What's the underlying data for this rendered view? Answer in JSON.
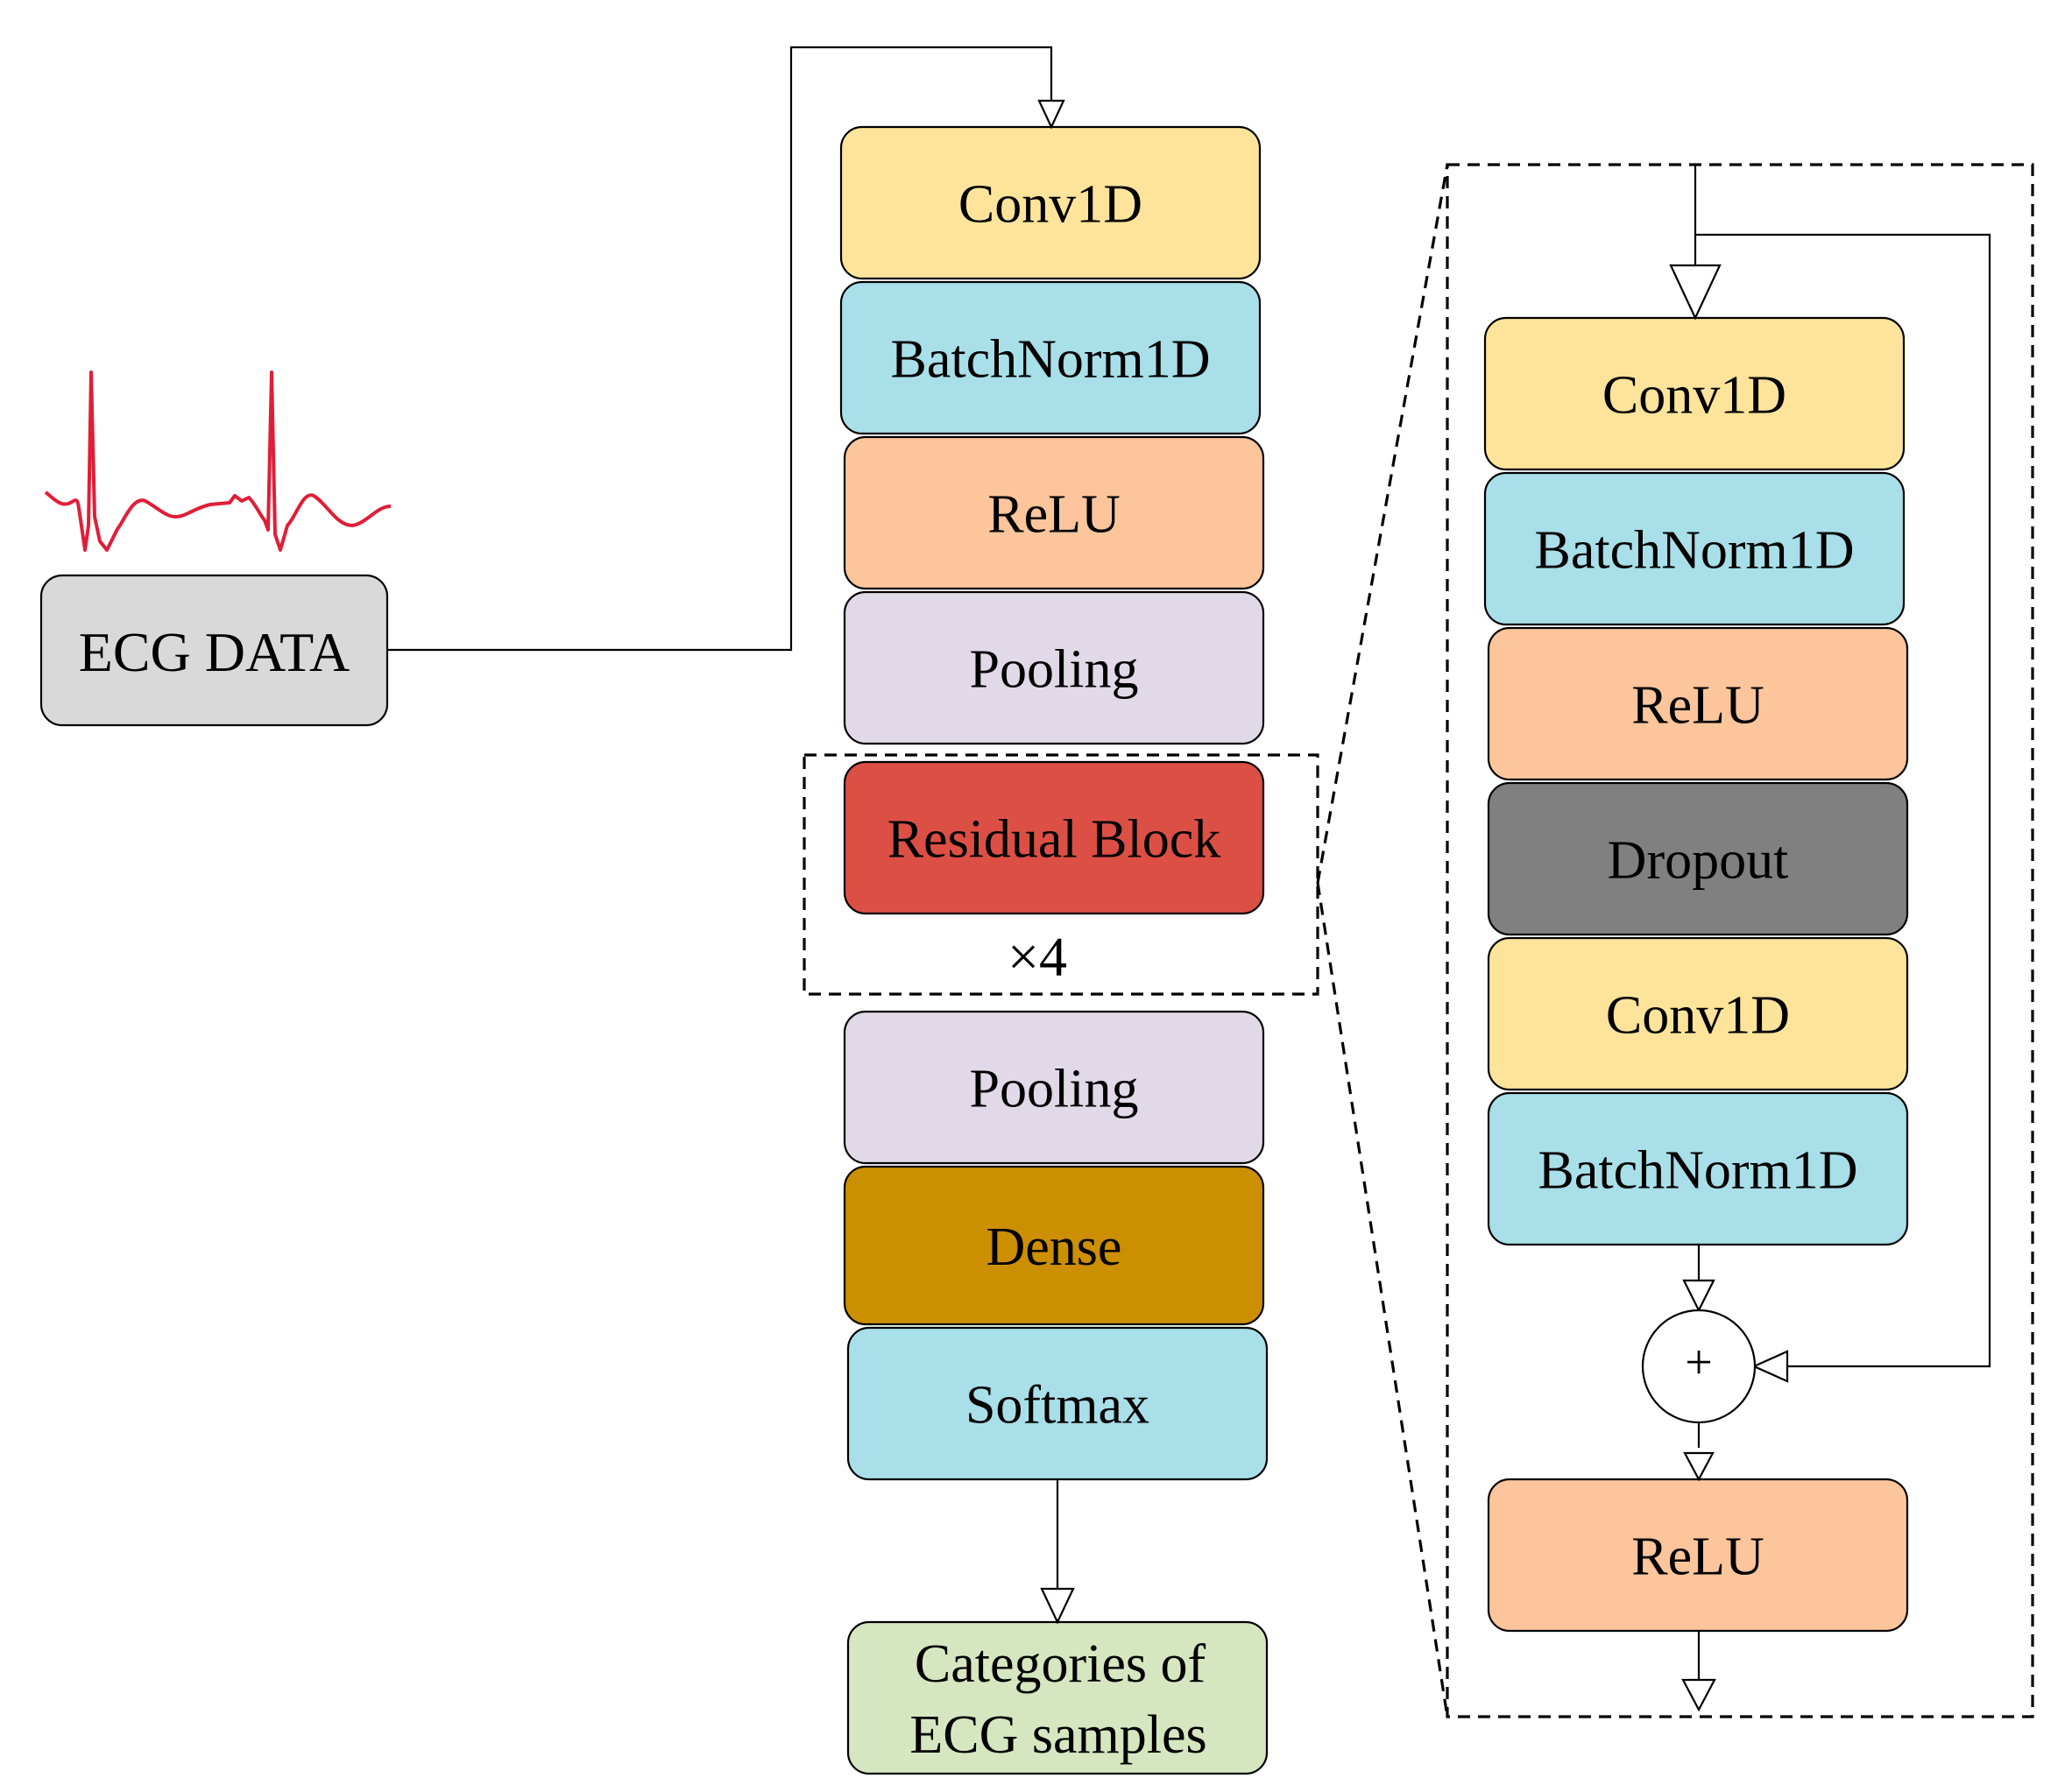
{
  "input": {
    "label": "ECG DATA"
  },
  "main_stack": [
    {
      "key": "conv1d",
      "label": "Conv1D",
      "color": "#fde49a"
    },
    {
      "key": "batchnorm1d",
      "label": "BatchNorm1D",
      "color": "#a8dfe9"
    },
    {
      "key": "relu",
      "label": "ReLU",
      "color": "#fcc59b"
    },
    {
      "key": "pooling",
      "label": "Pooling",
      "color": "#e2d9e8"
    },
    {
      "key": "residual-block",
      "label": "Residual Block",
      "color": "#dc4f45"
    },
    {
      "key": "pooling-2",
      "label": "Pooling",
      "color": "#e2d9e8"
    },
    {
      "key": "dense",
      "label": "Dense",
      "color": "#cc8f00"
    },
    {
      "key": "softmax",
      "label": "Softmax",
      "color": "#a8dfe9"
    }
  ],
  "repeat_label": "×4",
  "output": {
    "line1": "Categories of",
    "line2": "ECG samples",
    "color": "#d6e6c0"
  },
  "residual_block": [
    {
      "key": "conv1d",
      "label": "Conv1D",
      "color": "#fde49a"
    },
    {
      "key": "batchnorm1d",
      "label": "BatchNorm1D",
      "color": "#a8dfe9"
    },
    {
      "key": "relu",
      "label": "ReLU",
      "color": "#fcc59b"
    },
    {
      "key": "dropout",
      "label": "Dropout",
      "color": "#808080"
    },
    {
      "key": "conv1d-2",
      "label": "Conv1D",
      "color": "#fde49a"
    },
    {
      "key": "batchnorm1d-2",
      "label": "BatchNorm1D",
      "color": "#a8dfe9"
    }
  ],
  "adder_symbol": "+",
  "residual_output": {
    "label": "ReLU",
    "color": "#fcc59b"
  },
  "input_color": "#d9d9d9"
}
